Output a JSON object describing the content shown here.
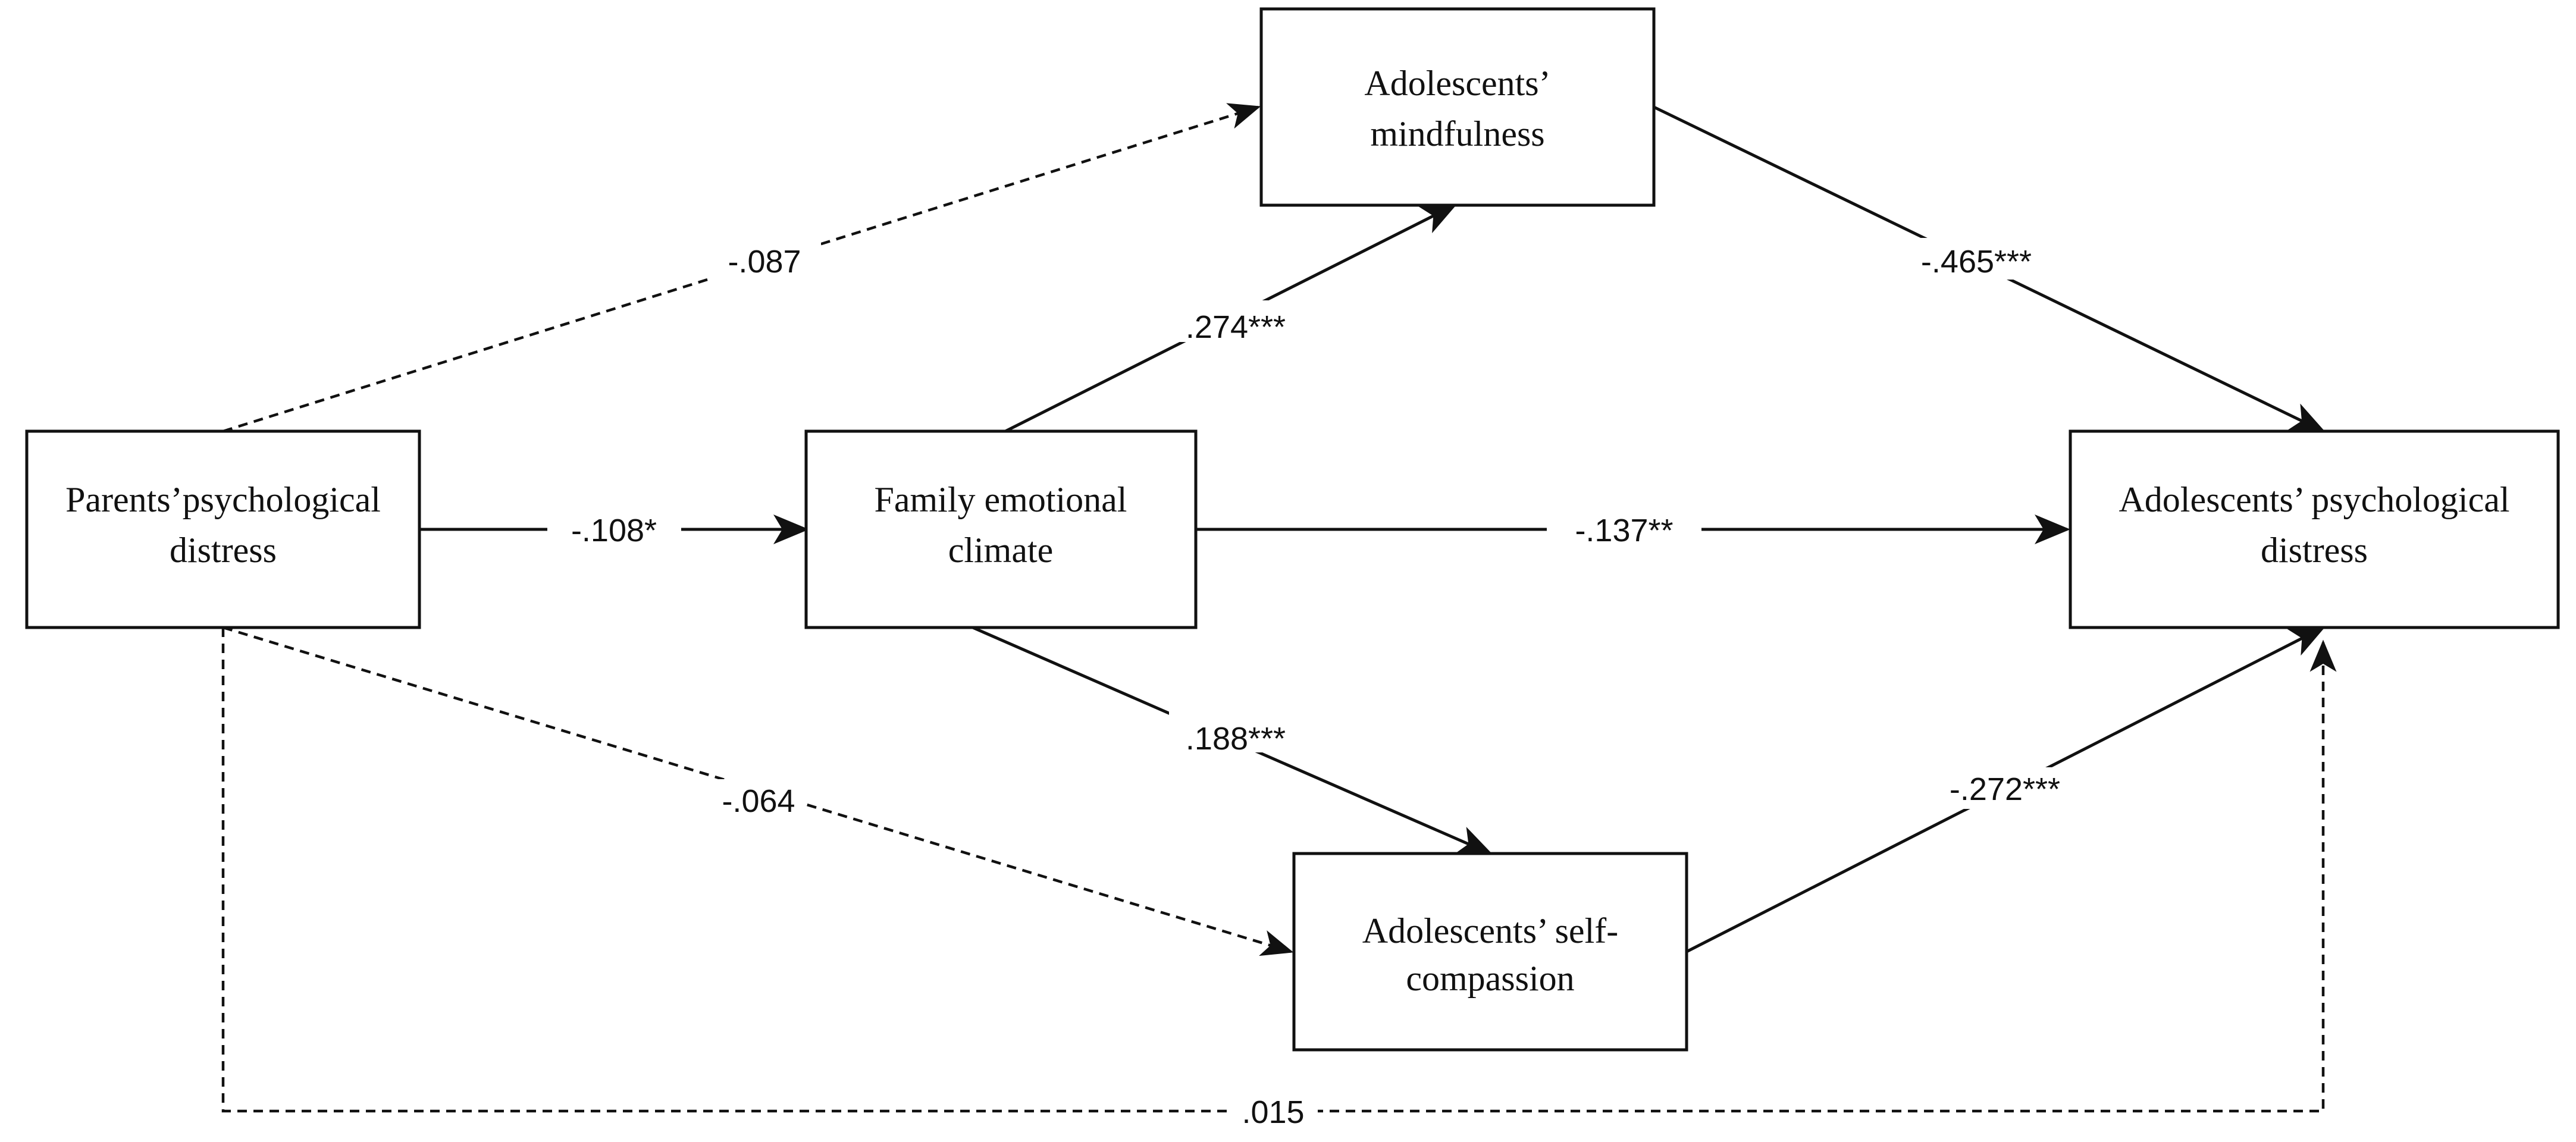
{
  "nodes": {
    "parents_distress": {
      "lines": [
        "Parents’psychological",
        "distress"
      ]
    },
    "family_climate": {
      "lines": [
        "Family emotional",
        "climate"
      ]
    },
    "mindfulness": {
      "lines": [
        "Adolescents’",
        "mindfulness"
      ]
    },
    "self_compassion": {
      "lines": [
        "Adolescents’ self-",
        "compassion"
      ]
    },
    "adolescent_distress": {
      "lines": [
        "Adolescents’ psychological",
        "distress"
      ]
    }
  },
  "paths": {
    "parents_to_mindfulness": "-.087",
    "parents_to_family": "-.108*",
    "family_to_mindfulness": ".274***",
    "family_to_adolescent": "-.137**",
    "family_to_selfcomp": ".188***",
    "parents_to_selfcomp": "-.064",
    "mindfulness_to_adolescent": "-.465***",
    "selfcomp_to_adolescent": "-.272***",
    "parents_to_adolescent": ".015"
  }
}
